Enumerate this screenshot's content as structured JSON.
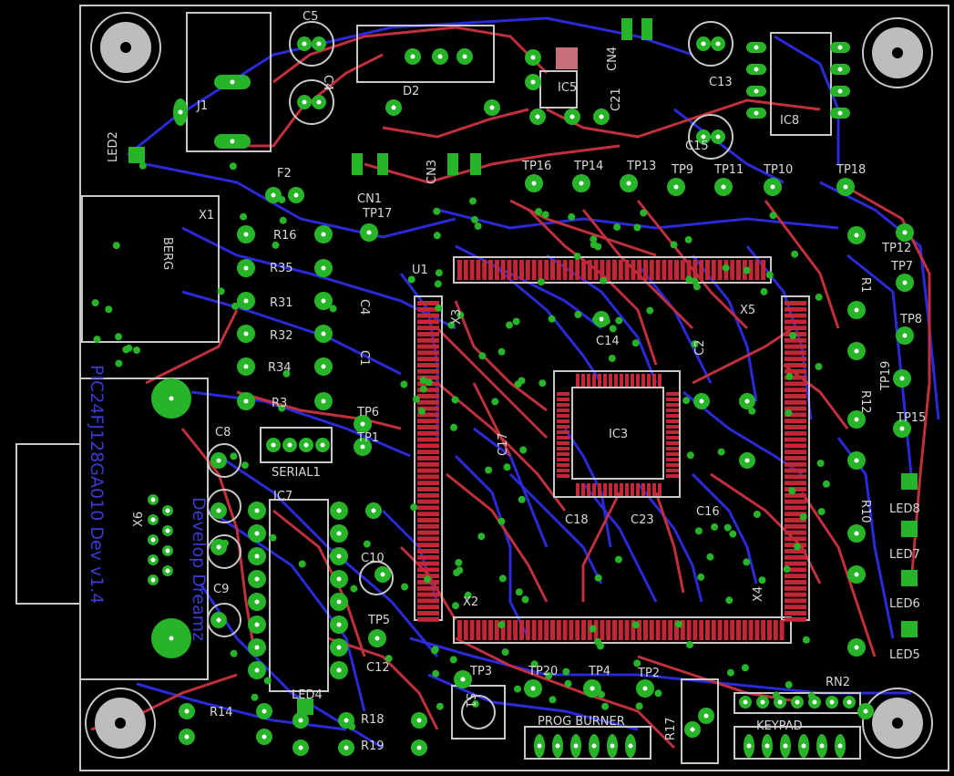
{
  "colors": {
    "background": "#000000",
    "outline": "#c8c8c8",
    "top_copper": "#c0303c",
    "bottom_copper": "#2a2ad8",
    "pad": "#28b428",
    "pad_hole": "#ffffff",
    "smd": "#c02838",
    "silk": "#d8d8d8",
    "label_blue": "#3b3bd0"
  },
  "board": {
    "title_vertical": "PIC24FJ128GA010 Dev v1.4",
    "maker_vertical": "Develop Dreamz"
  },
  "labels": [
    {
      "id": "j1",
      "text": "J1"
    },
    {
      "id": "c5",
      "text": "C5"
    },
    {
      "id": "c4",
      "text": "C4"
    },
    {
      "id": "d2",
      "text": "D2"
    },
    {
      "id": "ic5",
      "text": "IC5"
    },
    {
      "id": "cn4",
      "text": "CN4"
    },
    {
      "id": "c21",
      "text": "C21"
    },
    {
      "id": "c13",
      "text": "C13"
    },
    {
      "id": "c15",
      "text": "C15"
    },
    {
      "id": "ic8",
      "text": "IC8"
    },
    {
      "id": "led2",
      "text": "LED2"
    },
    {
      "id": "f2",
      "text": "F2"
    },
    {
      "id": "cn1",
      "text": "CN1"
    },
    {
      "id": "cn3",
      "text": "CN3"
    },
    {
      "id": "tp16",
      "text": "TP16"
    },
    {
      "id": "tp14",
      "text": "TP14"
    },
    {
      "id": "tp13",
      "text": "TP13"
    },
    {
      "id": "tp9",
      "text": "TP9"
    },
    {
      "id": "tp11",
      "text": "TP11"
    },
    {
      "id": "tp10",
      "text": "TP10"
    },
    {
      "id": "tp18",
      "text": "TP18"
    },
    {
      "id": "tp17",
      "text": "TP17"
    },
    {
      "id": "x1",
      "text": "X1"
    },
    {
      "id": "berg",
      "text": "BERG"
    },
    {
      "id": "r16",
      "text": "R16"
    },
    {
      "id": "r35",
      "text": "R35"
    },
    {
      "id": "r31",
      "text": "R31"
    },
    {
      "id": "r32",
      "text": "R32"
    },
    {
      "id": "r34",
      "text": "R34"
    },
    {
      "id": "r3",
      "text": "R3"
    },
    {
      "id": "c4b",
      "text": "C4"
    },
    {
      "id": "c1",
      "text": "C1"
    },
    {
      "id": "u1",
      "text": "U1"
    },
    {
      "id": "x3",
      "text": "X3"
    },
    {
      "id": "c14",
      "text": "C14"
    },
    {
      "id": "x5",
      "text": "X5"
    },
    {
      "id": "tp12",
      "text": "TP12"
    },
    {
      "id": "tp7",
      "text": "TP7"
    },
    {
      "id": "tp8",
      "text": "TP8"
    },
    {
      "id": "tp19",
      "text": "TP19"
    },
    {
      "id": "tp15",
      "text": "TP15"
    },
    {
      "id": "r1",
      "text": "R1"
    },
    {
      "id": "r12",
      "text": "R12"
    },
    {
      "id": "r10",
      "text": "R10"
    },
    {
      "id": "c2",
      "text": "C2"
    },
    {
      "id": "ic3",
      "text": "IC3"
    },
    {
      "id": "c17",
      "text": "C17"
    },
    {
      "id": "c16",
      "text": "C16"
    },
    {
      "id": "c18",
      "text": "C18"
    },
    {
      "id": "c23",
      "text": "C23"
    },
    {
      "id": "led8",
      "text": "LED8"
    },
    {
      "id": "led7",
      "text": "LED7"
    },
    {
      "id": "led6",
      "text": "LED6"
    },
    {
      "id": "led5",
      "text": "LED5"
    },
    {
      "id": "c8",
      "text": "C8"
    },
    {
      "id": "c9",
      "text": "C9"
    },
    {
      "id": "tp6",
      "text": "TP6"
    },
    {
      "id": "tp1",
      "text": "TP1"
    },
    {
      "id": "serial1",
      "text": "SERIAL1"
    },
    {
      "id": "ic7",
      "text": "IC7"
    },
    {
      "id": "x6",
      "text": "X6"
    },
    {
      "id": "c10",
      "text": "C10"
    },
    {
      "id": "tp5",
      "text": "TP5"
    },
    {
      "id": "x2",
      "text": "X2"
    },
    {
      "id": "x4",
      "text": "X4"
    },
    {
      "id": "c12",
      "text": "C12"
    },
    {
      "id": "tp3",
      "text": "TP3"
    },
    {
      "id": "tp20",
      "text": "TP20"
    },
    {
      "id": "tp4",
      "text": "TP4"
    },
    {
      "id": "tp2",
      "text": "TP2"
    },
    {
      "id": "s1",
      "text": "S1"
    },
    {
      "id": "prog",
      "text": "PROG BURNER"
    },
    {
      "id": "keypad",
      "text": "KEYPAD"
    },
    {
      "id": "rn2",
      "text": "RN2"
    },
    {
      "id": "r14",
      "text": "R14"
    },
    {
      "id": "r18",
      "text": "R18"
    },
    {
      "id": "r19",
      "text": "R19"
    },
    {
      "id": "r17",
      "text": "R17"
    },
    {
      "id": "led4",
      "text": "LED4"
    }
  ]
}
